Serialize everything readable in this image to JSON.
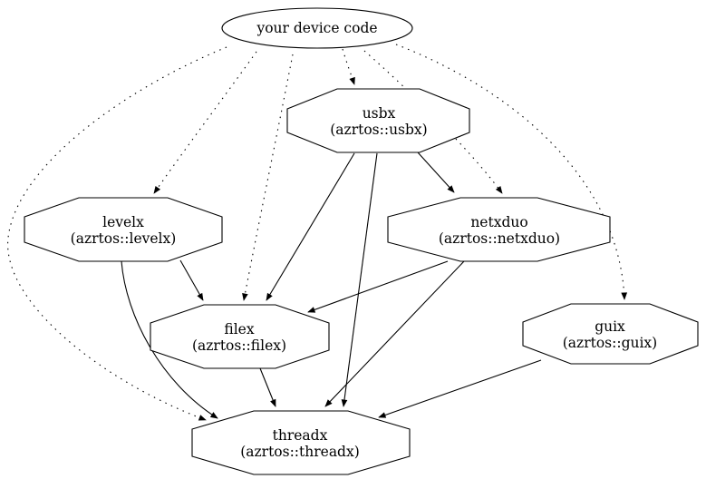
{
  "diagram": {
    "type": "dependency-graph",
    "colors": {
      "background": "#ffffff",
      "line": "#000000",
      "text": "#000000"
    },
    "nodes": [
      {
        "id": "device",
        "shape": "ellipse",
        "label": "your device code",
        "sublabel": ""
      },
      {
        "id": "usbx",
        "shape": "octagon",
        "label": "usbx",
        "sublabel": "(azrtos::usbx)"
      },
      {
        "id": "levelx",
        "shape": "octagon",
        "label": "levelx",
        "sublabel": "(azrtos::levelx)"
      },
      {
        "id": "netxduo",
        "shape": "octagon",
        "label": "netxduo",
        "sublabel": "(azrtos::netxduo)"
      },
      {
        "id": "filex",
        "shape": "octagon",
        "label": "filex",
        "sublabel": "(azrtos::filex)"
      },
      {
        "id": "guix",
        "shape": "octagon",
        "label": "guix",
        "sublabel": "(azrtos::guix)"
      },
      {
        "id": "threadx",
        "shape": "octagon",
        "label": "threadx",
        "sublabel": "(azrtos::threadx)"
      }
    ],
    "edges": [
      {
        "from": "your device code",
        "to": "usbx",
        "style": "dotted"
      },
      {
        "from": "your device code",
        "to": "levelx",
        "style": "dotted"
      },
      {
        "from": "your device code",
        "to": "filex",
        "style": "dotted"
      },
      {
        "from": "your device code",
        "to": "netxduo",
        "style": "dotted"
      },
      {
        "from": "your device code",
        "to": "guix",
        "style": "dotted"
      },
      {
        "from": "your device code",
        "to": "threadx",
        "style": "dotted"
      },
      {
        "from": "usbx",
        "to": "netxduo",
        "style": "solid"
      },
      {
        "from": "usbx",
        "to": "filex",
        "style": "solid"
      },
      {
        "from": "usbx",
        "to": "threadx",
        "style": "solid"
      },
      {
        "from": "levelx",
        "to": "filex",
        "style": "solid"
      },
      {
        "from": "levelx",
        "to": "threadx",
        "style": "solid"
      },
      {
        "from": "netxduo",
        "to": "filex",
        "style": "solid"
      },
      {
        "from": "netxduo",
        "to": "threadx",
        "style": "solid"
      },
      {
        "from": "filex",
        "to": "threadx",
        "style": "solid"
      },
      {
        "from": "guix",
        "to": "threadx",
        "style": "solid"
      }
    ]
  }
}
